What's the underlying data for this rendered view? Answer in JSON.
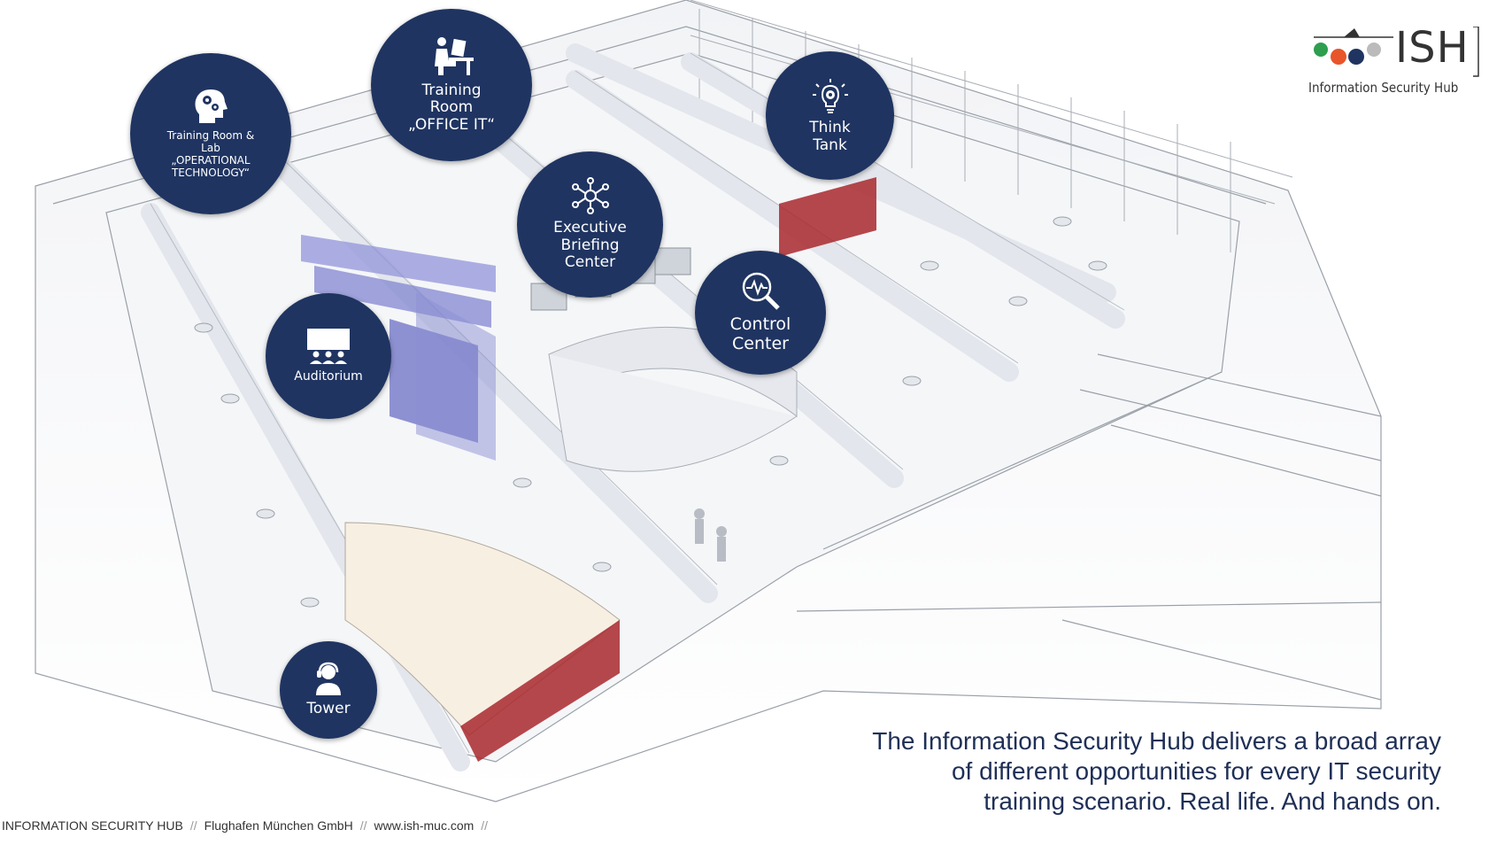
{
  "logo": {
    "wordmark": "ISH",
    "subtitle": "Information Security Hub",
    "dot_colors": [
      "#2e9e4f",
      "#e8552a",
      "#1f3461",
      "#bbbbbb"
    ]
  },
  "bubbles": {
    "ot_lab": {
      "label": "Training Room &\nLab\n„OPERATIONAL\nTECHNOLOGY“",
      "icon": "head-gears-icon"
    },
    "office_it": {
      "label": "Training\nRoom\n„OFFICE IT“",
      "icon": "desk-worker-icon"
    },
    "think_tank": {
      "label": "Think\nTank",
      "icon": "lightbulb-gear-icon"
    },
    "executive": {
      "label": "Executive\nBriefing\nCenter",
      "icon": "network-hub-icon"
    },
    "control": {
      "label": "Control\nCenter",
      "icon": "magnifier-pulse-icon"
    },
    "auditorium": {
      "label": "Auditorium",
      "icon": "presentation-audience-icon"
    },
    "tower": {
      "label": "Tower",
      "icon": "headset-operator-icon"
    }
  },
  "tagline": "The Information Security Hub delivers a broad array\nof different opportunities for every IT security\ntraining scenario. Real life. And hands on.",
  "footer": {
    "part1": "INFORMATION SECURITY HUB",
    "part2": "Flughafen München GmbH",
    "part3": "www.ish-muc.com",
    "sep": "//"
  },
  "colors": {
    "bubble": "#1f3461",
    "accent_red": "#a8282e",
    "auditorium_blue": "#6a6fc4"
  }
}
